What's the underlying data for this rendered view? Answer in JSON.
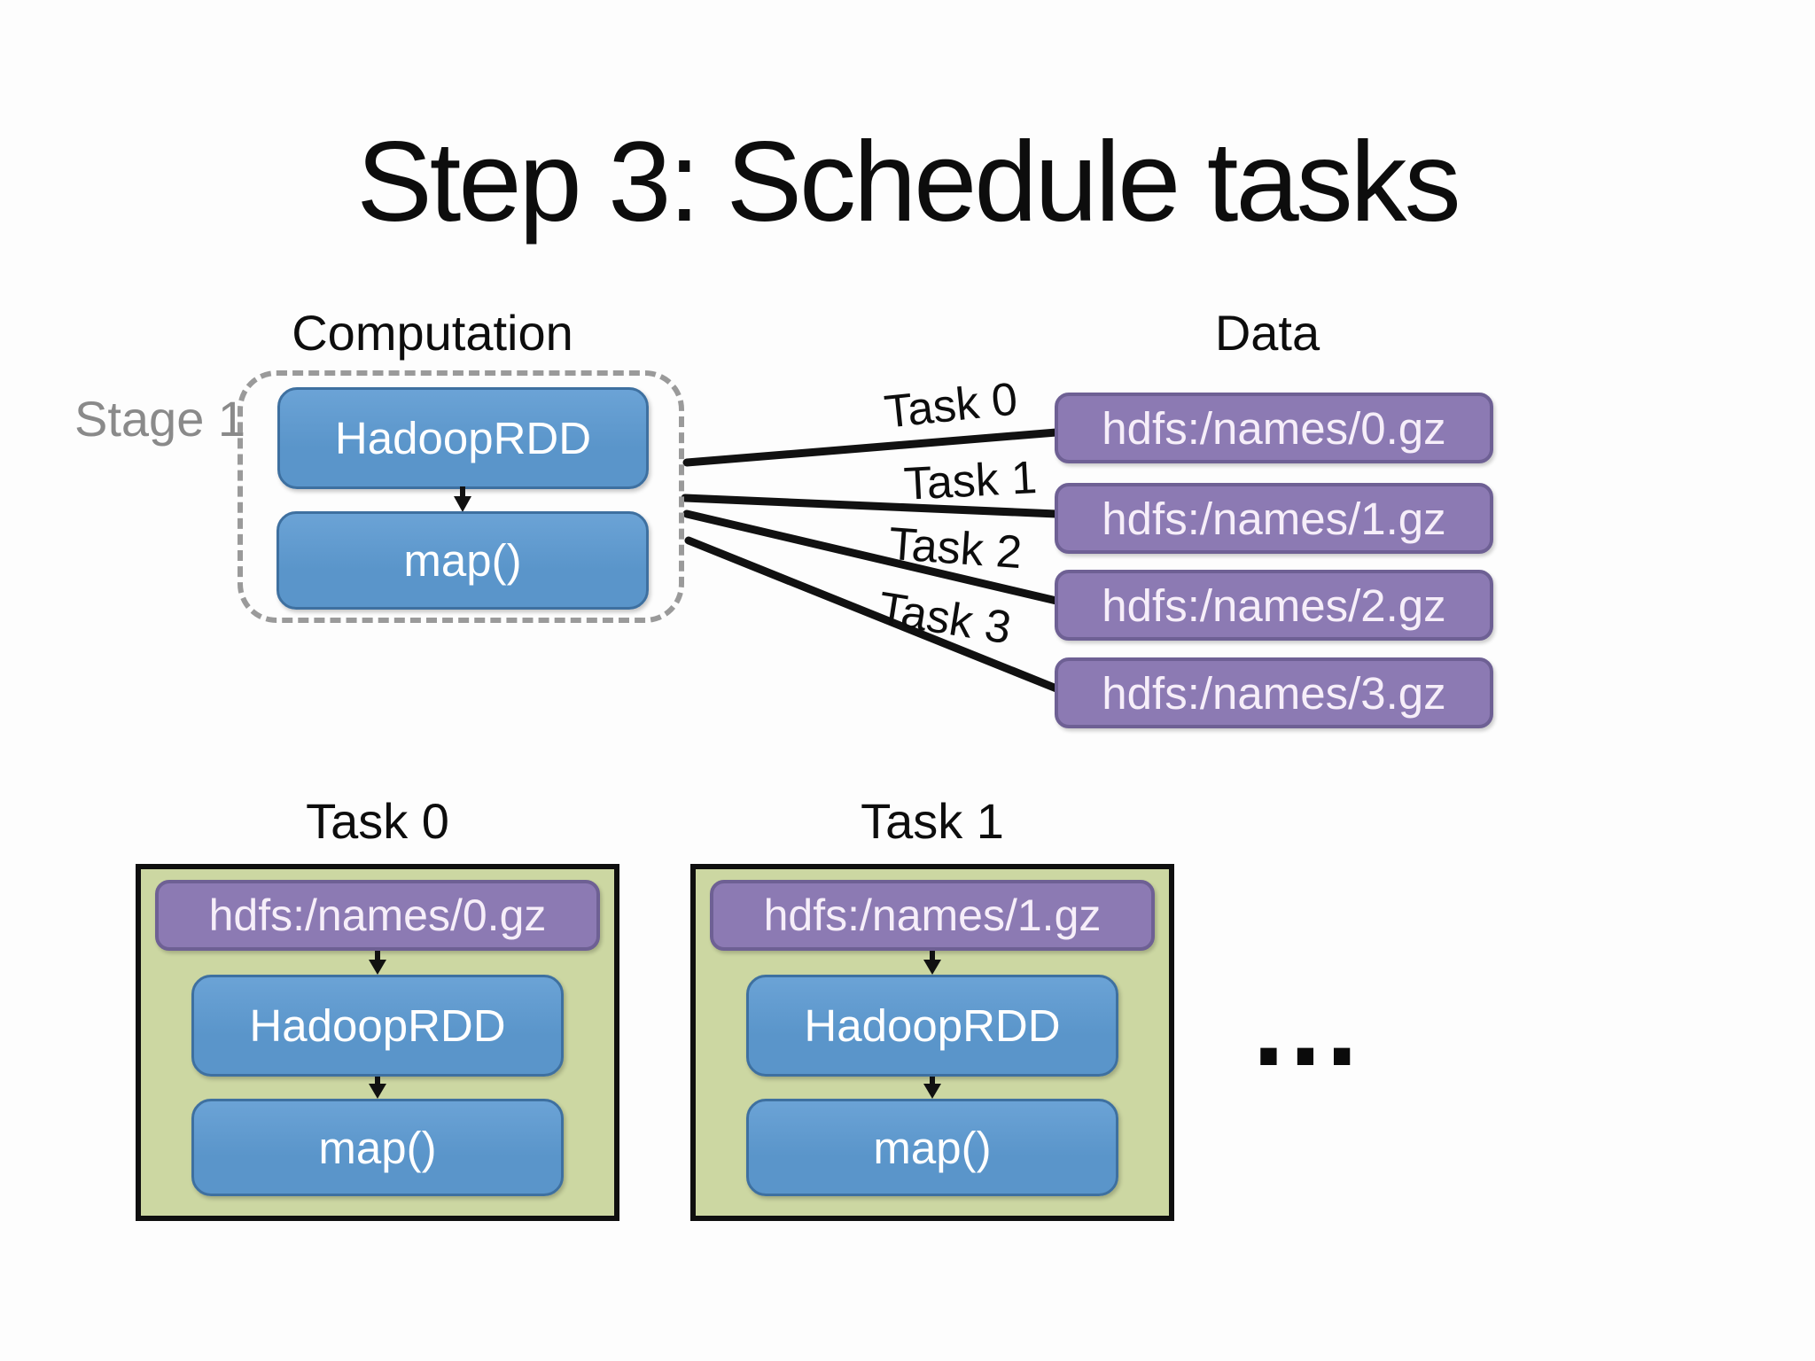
{
  "slide": {
    "title": "Step 3: Schedule tasks"
  },
  "computation": {
    "header": "Computation",
    "stage_label": "Stage 1",
    "rdd_box": "HadoopRDD",
    "map_box": "map()"
  },
  "data_column": {
    "header": "Data",
    "files": [
      "hdfs:/names/0.gz",
      "hdfs:/names/1.gz",
      "hdfs:/names/2.gz",
      "hdfs:/names/3.gz"
    ]
  },
  "task_links": [
    {
      "label": "Task 0"
    },
    {
      "label": "Task 1"
    },
    {
      "label": "Task 2"
    },
    {
      "label": "Task 3"
    }
  ],
  "task_cards": [
    {
      "title": "Task 0",
      "file": "hdfs:/names/0.gz",
      "rdd_box": "HadoopRDD",
      "map_box": "map()"
    },
    {
      "title": "Task 1",
      "file": "hdfs:/names/1.gz",
      "rdd_box": "HadoopRDD",
      "map_box": "map()"
    }
  ],
  "ellipsis": "…",
  "colors": {
    "blue_fill": "#5a95ca",
    "blue_border": "#3e70a0",
    "purple_fill": "#8c7ab3",
    "purple_border": "#6e6094",
    "green_fill": "#ccd7a2",
    "line_black": "#111111",
    "gray_label": "#8a8a8a",
    "dash_gray": "#9a9a9a"
  }
}
